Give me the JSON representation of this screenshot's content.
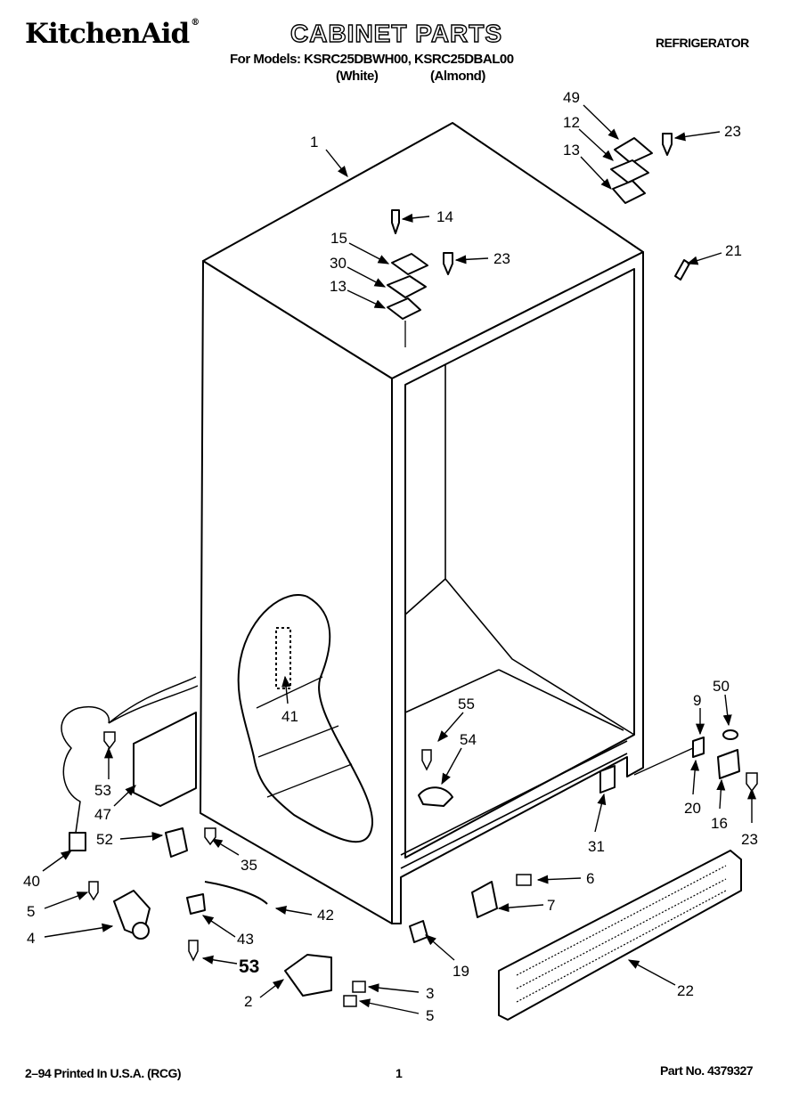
{
  "header": {
    "brand": "KitchenAid",
    "brand_mark": "®",
    "title": "CABINET PARTS",
    "category": "REFRIGERATOR",
    "models_line": "For Models: KSRC25DBWH00, KSRC25DBAL00",
    "model_a_color": "(White)",
    "model_b_color": "(Almond)"
  },
  "footer": {
    "print_info": "2–94 Printed In U.S.A. (RCG)",
    "page_number": "1",
    "part_number": "Part No. 4379327"
  },
  "callouts": [
    {
      "id": "c1",
      "label": "1"
    },
    {
      "id": "c49",
      "label": "49"
    },
    {
      "id": "c12",
      "label": "12"
    },
    {
      "id": "c13a",
      "label": "13"
    },
    {
      "id": "c23a",
      "label": "23"
    },
    {
      "id": "c14",
      "label": "14"
    },
    {
      "id": "c15",
      "label": "15"
    },
    {
      "id": "c30",
      "label": "30"
    },
    {
      "id": "c13b",
      "label": "13"
    },
    {
      "id": "c23b",
      "label": "23"
    },
    {
      "id": "c21",
      "label": "21"
    },
    {
      "id": "c41",
      "label": "41"
    },
    {
      "id": "c55",
      "label": "55"
    },
    {
      "id": "c54",
      "label": "54"
    },
    {
      "id": "c9",
      "label": "9"
    },
    {
      "id": "c50",
      "label": "50"
    },
    {
      "id": "c53a",
      "label": "53"
    },
    {
      "id": "c47",
      "label": "47"
    },
    {
      "id": "c52",
      "label": "52"
    },
    {
      "id": "c40",
      "label": "40"
    },
    {
      "id": "c35",
      "label": "35"
    },
    {
      "id": "c20",
      "label": "20"
    },
    {
      "id": "c16",
      "label": "16"
    },
    {
      "id": "c23c",
      "label": "23"
    },
    {
      "id": "c31",
      "label": "31"
    },
    {
      "id": "c5a",
      "label": "5"
    },
    {
      "id": "c4",
      "label": "4"
    },
    {
      "id": "c42",
      "label": "42"
    },
    {
      "id": "c43",
      "label": "43"
    },
    {
      "id": "c53b",
      "label": "53"
    },
    {
      "id": "c6",
      "label": "6"
    },
    {
      "id": "c7",
      "label": "7"
    },
    {
      "id": "c19",
      "label": "19"
    },
    {
      "id": "c22",
      "label": "22"
    },
    {
      "id": "c2",
      "label": "2"
    },
    {
      "id": "c3",
      "label": "3"
    },
    {
      "id": "c5b",
      "label": "5"
    }
  ]
}
